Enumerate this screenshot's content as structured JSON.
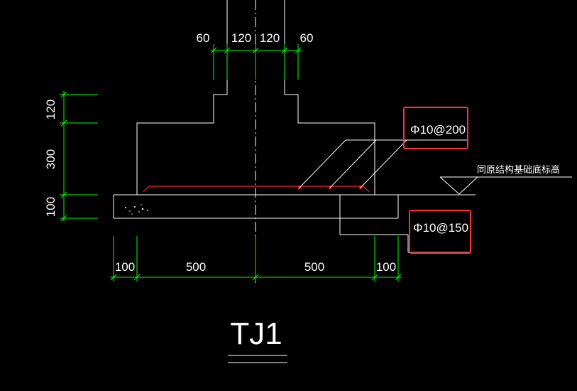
{
  "top_dims": [
    "60",
    "120",
    "120",
    "60"
  ],
  "left_dims": [
    "120",
    "300",
    "100"
  ],
  "bottom_dims": [
    "100",
    "500",
    "500",
    "100"
  ],
  "rebar_top": "Φ10@200",
  "rebar_bottom": "Φ10@150",
  "elevation_note": "同原结构基础底标高",
  "title": "TJ1",
  "colors": {
    "background": "#000000",
    "outline": "#ffffff",
    "dimension": "#00ff00",
    "rebar": "#ff2020",
    "highlight": "#ff3030"
  }
}
